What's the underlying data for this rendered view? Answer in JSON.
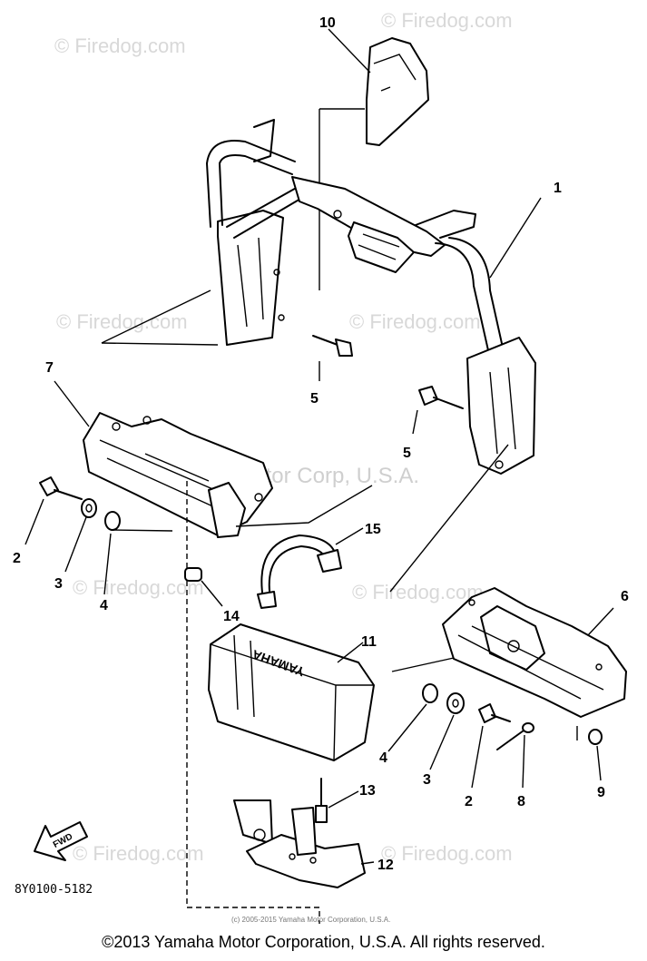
{
  "watermarks": {
    "site": "© Firedog.com",
    "center": "Yamaha Motor Corp, U.S.A."
  },
  "callouts": {
    "c1": "1",
    "c2a": "2",
    "c2b": "2",
    "c3a": "3",
    "c3b": "3",
    "c4a": "4",
    "c4b": "4",
    "c5a": "5",
    "c5b": "5",
    "c6": "6",
    "c7": "7",
    "c8": "8",
    "c9": "9",
    "c10": "10",
    "c11": "11",
    "c12": "12",
    "c13": "13",
    "c14": "14",
    "c15": "15"
  },
  "fwd_label": "FWD",
  "battery_logo": "YAMAHA",
  "part_code": "8Y0100-5182",
  "small_copyright": "(c) 2005-2015 Yamaha Motor Corporation, U.S.A.",
  "footer": "©2013 Yamaha Motor Corporation, U.S.A. All rights reserved."
}
